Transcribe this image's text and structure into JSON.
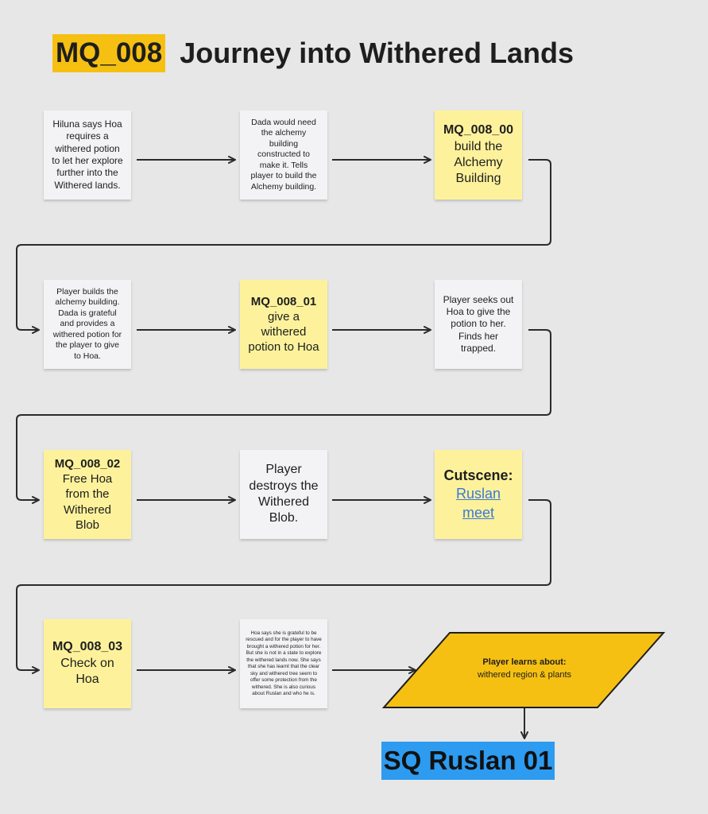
{
  "title": {
    "code": "MQ_008",
    "text": "Journey into Withered Lands"
  },
  "notes": {
    "n1": {
      "text": "Hiluna says Hoa requires a withered potion to let her explore further into the Withered lands."
    },
    "n2": {
      "text": "Dada would need the alchemy building constructed to make it. Tells player to build the Alchemy building."
    },
    "n3": {
      "code": "MQ_008_00",
      "text": "build the Alchemy Building"
    },
    "n4": {
      "text": "Player builds the alchemy building. Dada is grateful and provides a withered potion for the player to give to Hoa."
    },
    "n5": {
      "code": "MQ_008_01",
      "text": "give a withered potion to Hoa"
    },
    "n6": {
      "text": "Player seeks out Hoa to give the potion to her. Finds her trapped."
    },
    "n7": {
      "code": "MQ_008_02",
      "text": "Free Hoa from the Withered Blob"
    },
    "n8": {
      "text": "Player destroys the Withered Blob."
    },
    "n9": {
      "heading": "Cutscene:",
      "link": "Ruslan meet"
    },
    "n10": {
      "code": "MQ_008_03",
      "text": "Check on Hoa"
    },
    "n11": {
      "text": "Hoa says she is grateful to be rescued and for the player to have brought a withered potion for her. But she is not in a state to explore the withered lands now. She says that she has learnt that the clear sky and withered tree seem to offer some protection from the withered. She is also curious about Ruslan and who he is."
    }
  },
  "decision": {
    "heading": "Player learns about:",
    "text": "withered region & plants"
  },
  "sq_label": "SQ Ruslan 01",
  "colors": {
    "background": "#e7e7e7",
    "title_highlight": "#f6c012",
    "sticky_yellow": "#fdf29b",
    "sticky_white": "#f3f3f5",
    "parallelogram": "#f6c012",
    "sq_blue": "#2d9bf0",
    "link": "#3a78d8",
    "arrow": "#2b2b2b"
  }
}
